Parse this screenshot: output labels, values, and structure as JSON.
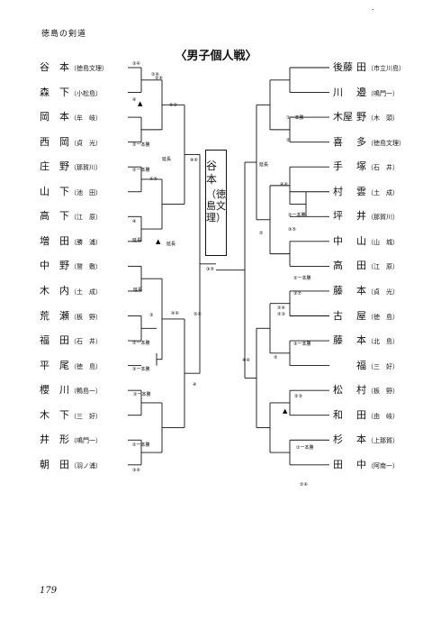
{
  "header": {
    "section_title": "徳島の剣道",
    "mark": "."
  },
  "title": "〈男子個人戦〉",
  "page_number": "179",
  "winner": {
    "name": "谷本",
    "school": "（徳島文理）"
  },
  "left_players": [
    {
      "surname": "谷",
      "given": "本",
      "school": "（徳島文理）"
    },
    {
      "surname": "森",
      "given": "下",
      "school": "（小松島）"
    },
    {
      "surname": "岡",
      "given": "本",
      "school": "（牟　岐）"
    },
    {
      "surname": "西",
      "given": "岡",
      "school": "（貞　光）"
    },
    {
      "surname": "庄",
      "given": "野",
      "school": "（那賀川）"
    },
    {
      "surname": "山",
      "given": "下",
      "school": "（池　田）"
    },
    {
      "surname": "高",
      "given": "下",
      "school": "（江　原）"
    },
    {
      "surname": "増",
      "given": "田",
      "school": "（勝　浦）"
    },
    {
      "surname": "中",
      "given": "野",
      "school": "（鷲　敷）"
    },
    {
      "surname": "木",
      "given": "内",
      "school": "（土　成）"
    },
    {
      "surname": "荒",
      "given": "瀬",
      "school": "（板　野）"
    },
    {
      "surname": "福",
      "given": "田",
      "school": "（石　井）"
    },
    {
      "surname": "平",
      "given": "尾",
      "school": "（徳　島）"
    },
    {
      "surname": "櫻",
      "given": "川",
      "school": "（鴨島一）"
    },
    {
      "surname": "木",
      "given": "下",
      "school": "（三　好）"
    },
    {
      "surname": "井",
      "given": "形",
      "school": "（鳴門一）"
    },
    {
      "surname": "朝",
      "given": "田",
      "school": "（羽ノ浦）"
    }
  ],
  "right_players": [
    {
      "surname": "後藤",
      "given": "田",
      "school": "（市立川島）"
    },
    {
      "surname": "川",
      "given": "邉",
      "school": "（鳴門一）"
    },
    {
      "surname": "木屋",
      "given": "野",
      "school": "（木　頭）"
    },
    {
      "surname": "喜",
      "given": "多",
      "school": "（徳島文理）"
    },
    {
      "surname": "手",
      "given": "塚",
      "school": "（石　井）"
    },
    {
      "surname": "村",
      "given": "雲",
      "school": "（土　成）"
    },
    {
      "surname": "坪",
      "given": "井",
      "school": "（那賀川）"
    },
    {
      "surname": "中",
      "given": "山",
      "school": "（山　城）"
    },
    {
      "surname": "高",
      "given": "田",
      "school": "（江　原）"
    },
    {
      "surname": "藤",
      "given": "本",
      "school": "（貞　光）"
    },
    {
      "surname": "古",
      "given": "屋",
      "school": "（徳　島）"
    },
    {
      "surname": "藤",
      "given": "本",
      "school": "（北　島）"
    },
    {
      "surname": "",
      "given": "福",
      "school": "（三　好）"
    },
    {
      "surname": "松",
      "given": "村",
      "school": "（板　野）"
    },
    {
      "surname": "和",
      "given": "田",
      "school": "（由　岐）"
    },
    {
      "surname": "杉",
      "given": "本",
      "school": "（上那賀）"
    },
    {
      "surname": "田",
      "given": "中",
      "school": "（阿南一）"
    }
  ],
  "score_labels": [
    "③④",
    "②④",
    "④",
    "②④",
    "②一本勝",
    "②一本勝",
    "④⑤",
    "延長",
    "④",
    "延長",
    "②③",
    "延長",
    "延長",
    "④④",
    "②一本勝",
    "③",
    "③一本勝",
    "②一本勝",
    "③④",
    "④",
    "④④",
    "③⑤",
    "①一本勝",
    "②",
    "延長",
    "④④",
    "②一本勝",
    "②",
    "③⑤",
    "②一本勝",
    "③⑦",
    "②④",
    "③一本勝",
    "②",
    "②③",
    "①一本勝",
    "②④",
    "④④",
    "②③",
    "②④",
    "②一本勝"
  ],
  "markers": [
    "▲",
    "▲",
    "▲"
  ]
}
